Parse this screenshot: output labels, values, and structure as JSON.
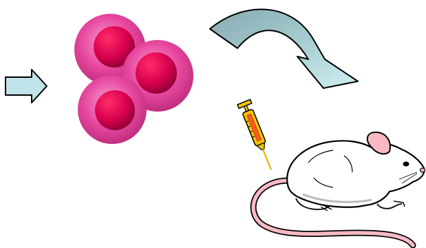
{
  "diagram": {
    "steps": [
      {
        "id": "input-arrow",
        "icon": "right-arrow-icon"
      },
      {
        "id": "cells",
        "icon": "cell-cluster-icon",
        "count": 3
      },
      {
        "id": "curved-arrow",
        "icon": "curved-arrow-icon"
      },
      {
        "id": "injection",
        "icon": "syringe-icon"
      },
      {
        "id": "subject",
        "icon": "mouse-icon"
      }
    ]
  },
  "colors": {
    "arrow_fill_light": "#cfeff2",
    "arrow_fill_dark": "#86a9ae",
    "cell_outer": "#e7489f",
    "cell_inner": "#d8004f",
    "syringe_body": "#f2c200",
    "syringe_liquid": "#ff5a1f",
    "mouse_body": "#ffffff",
    "mouse_ear_tail": "#f7b9c4",
    "outline": "#000000"
  }
}
